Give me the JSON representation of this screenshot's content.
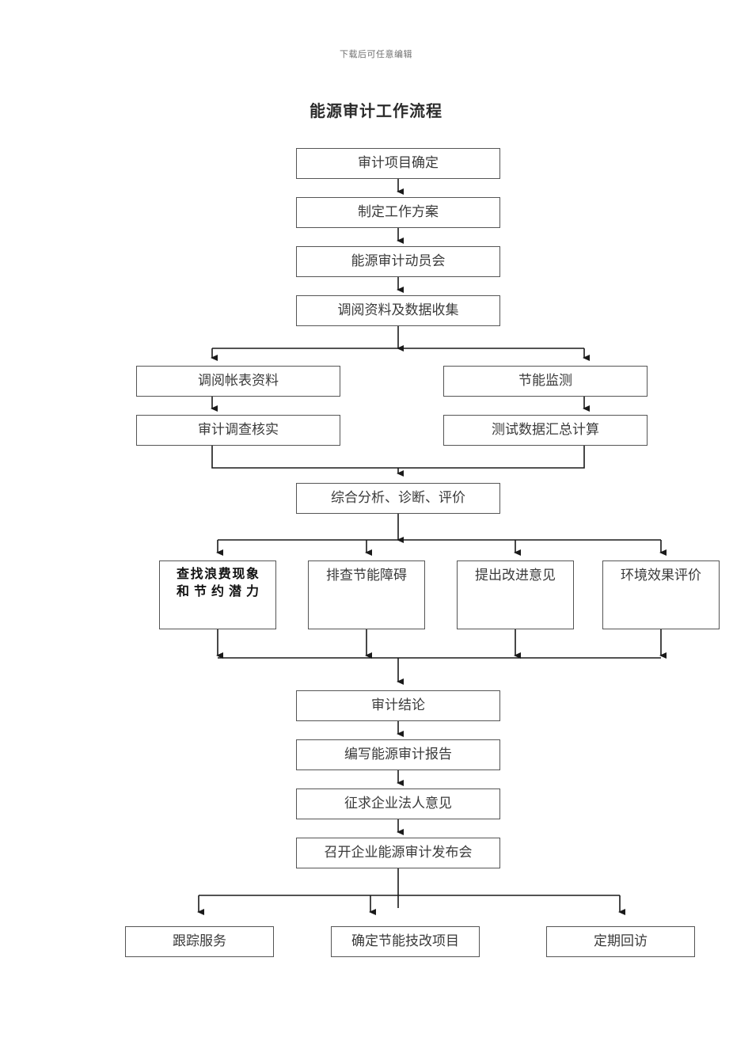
{
  "document": {
    "header_note": "下载后可任意编辑",
    "title": "能源审计工作流程"
  },
  "flowchart": {
    "type": "process-flow-diagram",
    "orientation": "top-to-bottom",
    "colors": {
      "box_border": "#555555",
      "box_fill": "#ffffff",
      "text": "#3a3a3a",
      "connector": "#1a1a1a"
    },
    "nodes": [
      {
        "id": "n1",
        "label": "审计项目确定"
      },
      {
        "id": "n2",
        "label": "制定工作方案"
      },
      {
        "id": "n3",
        "label": "能源审计动员会"
      },
      {
        "id": "n4",
        "label": "调阅资料及数据收集"
      },
      {
        "id": "n5",
        "label": "调阅帐表资料"
      },
      {
        "id": "n6",
        "label": "节能监测"
      },
      {
        "id": "n7",
        "label": "审计调查核实"
      },
      {
        "id": "n8",
        "label": "测试数据汇总计算"
      },
      {
        "id": "n9",
        "label": "综合分析、诊断、评价"
      },
      {
        "id": "n10",
        "label": "查找浪费现象和节约潜力"
      },
      {
        "id": "n11",
        "label": "排查节能障碍"
      },
      {
        "id": "n12",
        "label": "提出改进意见"
      },
      {
        "id": "n13",
        "label": "环境效果评价"
      },
      {
        "id": "n14",
        "label": "审计结论"
      },
      {
        "id": "n15",
        "label": "编写能源审计报告"
      },
      {
        "id": "n16",
        "label": "征求企业法人意见"
      },
      {
        "id": "n17",
        "label": "召开企业能源审计发布会"
      },
      {
        "id": "n18",
        "label": "跟踪服务"
      },
      {
        "id": "n19",
        "label": "确定节能技改项目"
      },
      {
        "id": "n20",
        "label": "定期回访"
      }
    ],
    "edges": [
      {
        "from": "n1",
        "to": "n2"
      },
      {
        "from": "n2",
        "to": "n3"
      },
      {
        "from": "n3",
        "to": "n4"
      },
      {
        "from": "n4",
        "to": "n5"
      },
      {
        "from": "n4",
        "to": "n6"
      },
      {
        "from": "n5",
        "to": "n7"
      },
      {
        "from": "n6",
        "to": "n8"
      },
      {
        "from": "n7",
        "to": "n9"
      },
      {
        "from": "n8",
        "to": "n9"
      },
      {
        "from": "n9",
        "to": "n10"
      },
      {
        "from": "n9",
        "to": "n11"
      },
      {
        "from": "n9",
        "to": "n12"
      },
      {
        "from": "n9",
        "to": "n13"
      },
      {
        "from": "n10",
        "to": "n14"
      },
      {
        "from": "n11",
        "to": "n14"
      },
      {
        "from": "n12",
        "to": "n14"
      },
      {
        "from": "n13",
        "to": "n14"
      },
      {
        "from": "n14",
        "to": "n15"
      },
      {
        "from": "n15",
        "to": "n16"
      },
      {
        "from": "n16",
        "to": "n17"
      },
      {
        "from": "n17",
        "to": "n18"
      },
      {
        "from": "n17",
        "to": "n19"
      },
      {
        "from": "n17",
        "to": "n20"
      }
    ]
  }
}
